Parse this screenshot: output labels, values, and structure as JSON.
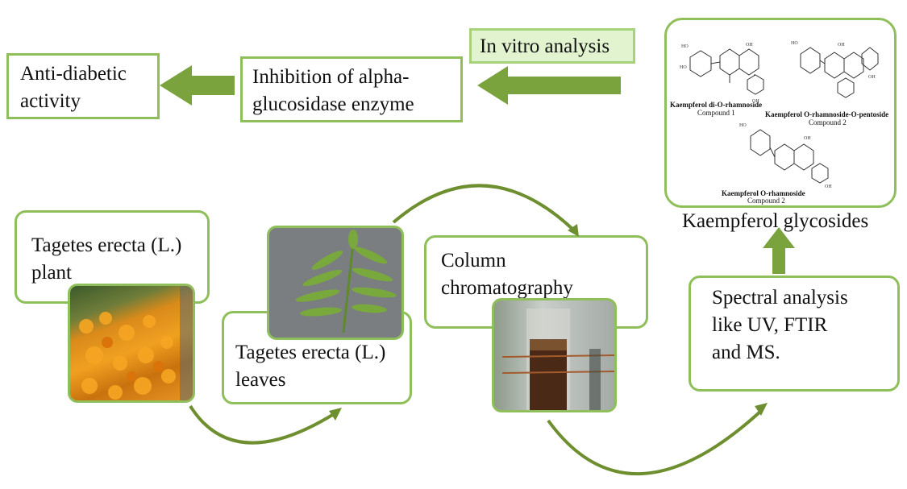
{
  "top_row": {
    "anti_diabetic": "Anti-diabetic\nactivity",
    "inhibition": "Inhibition of alpha-\nglucosidase enzyme",
    "in_vitro": "In vitro analysis",
    "kaempferol_label": "Kaempferol glycosides"
  },
  "compounds": [
    {
      "name": "Kaempferol di-O-rhamnoside",
      "label": "Compound 1"
    },
    {
      "name": "Kaempferol O-rhamnoside-O-pentoside",
      "label": "Compound 2"
    },
    {
      "name": "Kaempferol O-rhamnoside",
      "label": "Compound 2"
    }
  ],
  "bottom_row": {
    "plant": "Tagetes erecta (L.)\nplant",
    "leaves": "Tagetes erecta (L.)\nleaves",
    "column": "Column\nchromatography",
    "spectral": "Spectral analysis\nlike  UV, FTIR\nand MS."
  },
  "colors": {
    "border": "#8fbf5a",
    "arrow": "#7aa33e",
    "curve": "#6e8f2f",
    "label_fill": "#e2f3cf"
  }
}
